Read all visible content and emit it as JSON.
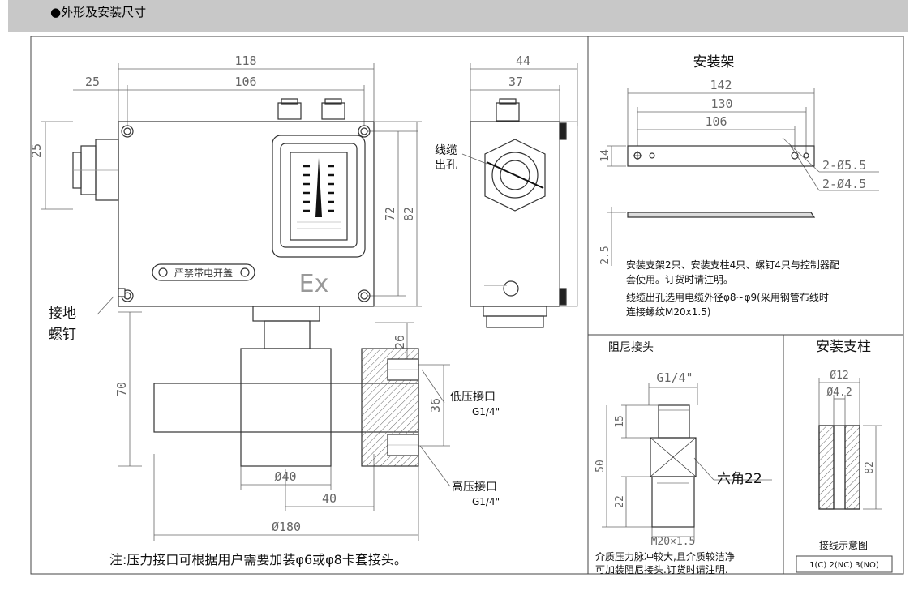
{
  "header": {
    "title": "●外形及安装尺寸"
  },
  "front_view": {
    "dim_overall_width": "118",
    "dim_hole_spacing": "106",
    "dim_left_offset": "25",
    "dim_vertical_offset": "25",
    "dim_hole_height": "72",
    "dim_overall_height": "82",
    "dim_base_height": "70",
    "dim_top_port": "26",
    "dim_port_spacing": "36",
    "dim_inner_dia": "Ø40",
    "dim_half_width": "40",
    "dim_outer_dia": "Ø180",
    "plate_text": "严禁带电开盖",
    "ex_mark": "Ex",
    "ground_label_line1": "接地",
    "ground_label_line2": "螺钉",
    "low_port_label": "低压接口",
    "low_port_thread": "G1/4\"",
    "high_port_label": "高压接口",
    "high_port_thread": "G1/4\"",
    "note": "注:压力接口可根据用户需要加装φ6或φ8卡套接头。"
  },
  "side_view": {
    "dim_width": "44",
    "dim_inner_width": "37",
    "cable_label_line1": "线缆",
    "cable_label_line2": "出孔"
  },
  "bracket": {
    "title": "安装架",
    "dim_142": "142",
    "dim_130": "130",
    "dim_106": "106",
    "dim_14": "14",
    "dim_2_5": "2.5",
    "hole_large": "2-Ø5.5",
    "hole_small": "2-Ø4.5",
    "note_line1": "安装支架2只、安装支柱4只、螺钉4只与控制器配",
    "note_line2": "套使用。订货时请注明。",
    "note_line3": "线缆出孔选用电缆外径φ8~φ9(采用钢管布线时",
    "note_line4": "连接螺纹M20x1.5)"
  },
  "damper": {
    "title": "阻尼接头",
    "dim_thread_top": "G1/4\"",
    "dim_15": "15",
    "dim_50": "50",
    "dim_22": "22",
    "hex_label": "六角22",
    "dim_thread_bottom": "M20×1.5",
    "note_line1": "介质压力脉冲较大,且介质较洁净",
    "note_line2": "可加装阻尼接头.订货时请注明."
  },
  "column": {
    "title": "安装支柱",
    "dim_outer": "Ø12",
    "dim_inner": "Ø4.2",
    "dim_length": "82"
  },
  "wiring": {
    "title": "接线示意图",
    "terminals": "1(C) 2(NC) 3(NO)"
  }
}
